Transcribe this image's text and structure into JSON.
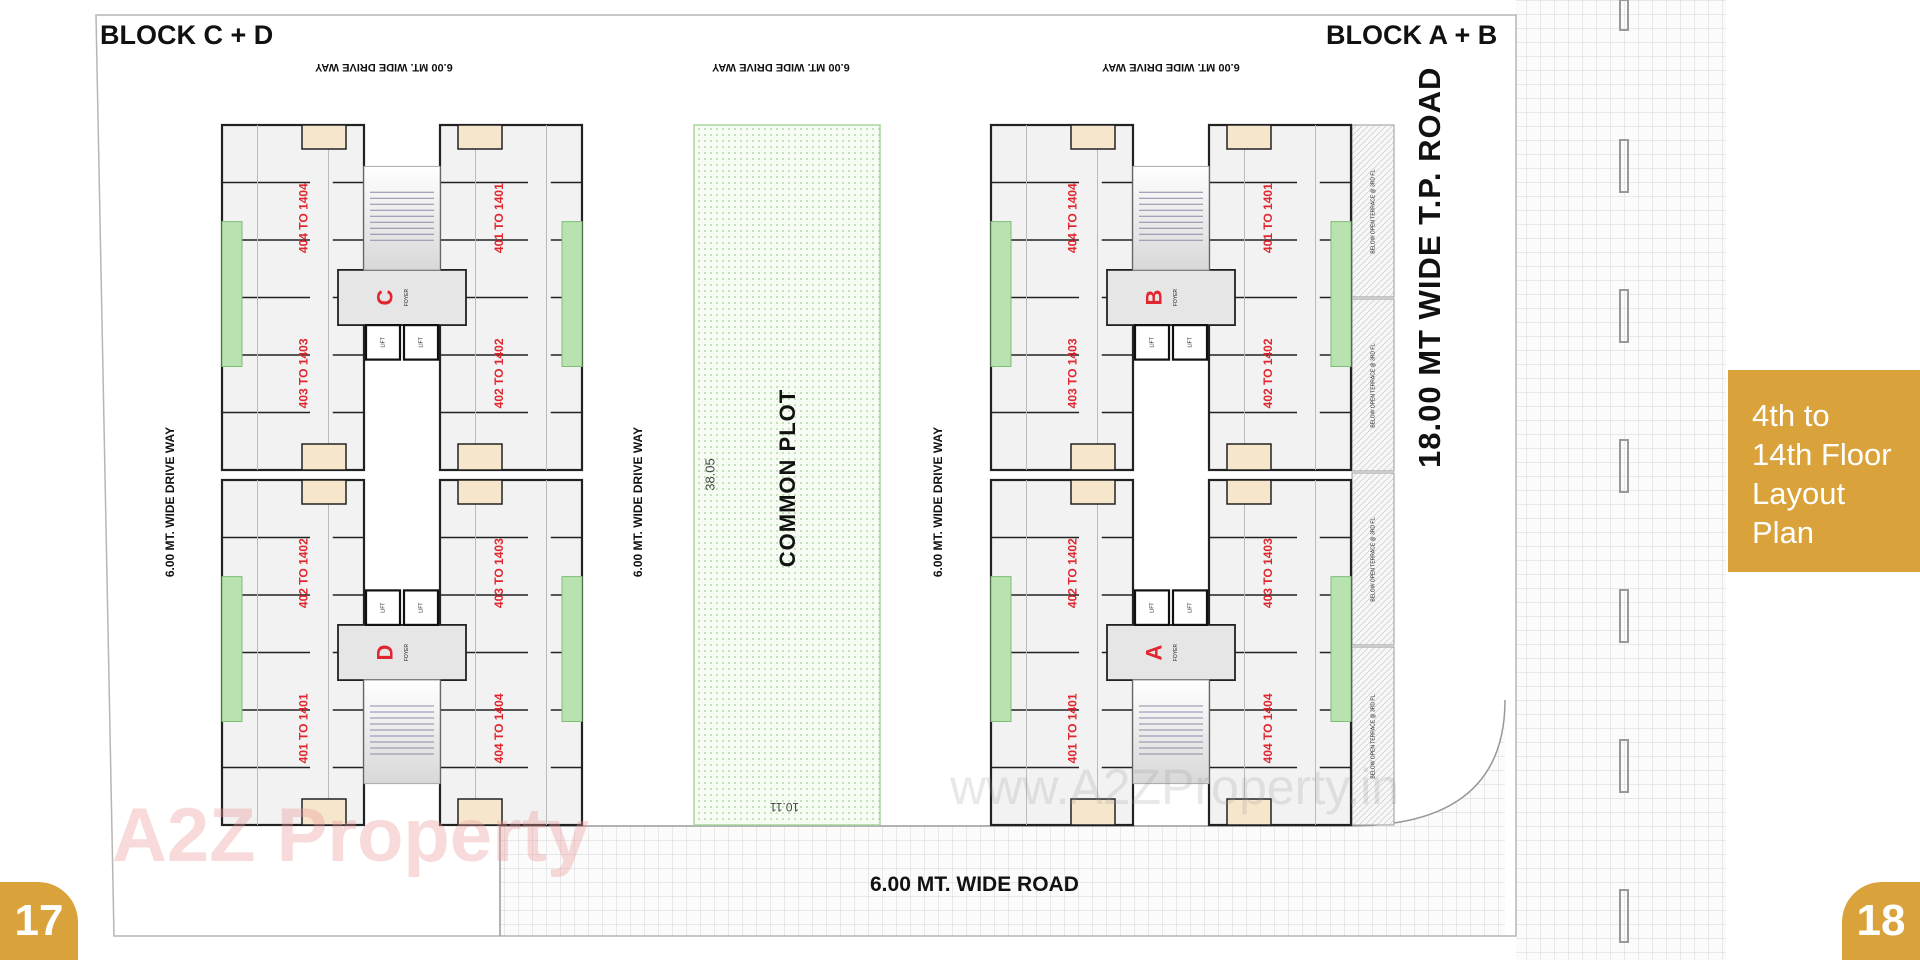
{
  "page": {
    "title_lines": [
      "4th to",
      "14th Floor",
      "Layout",
      "Plan"
    ],
    "page_left": "17",
    "page_right": "18",
    "accent_color": "#d9a23b"
  },
  "plan": {
    "block_cd_title": "BLOCK C + D",
    "block_ab_title": "BLOCK A + B",
    "driveway_top": "6.00 MT. WIDE DRIVE WAY",
    "driveway_side": "6.00 MT. WIDE DRIVE WAY",
    "road_bottom": "6.00 MT. WIDE ROAD",
    "road_side": "18.00 MT WIDE T.P. ROAD",
    "common_plot": "COMMON PLOT",
    "dim_length": "38.05",
    "dim_width": "10.11",
    "lift_label": "LIFT",
    "foyer_label": "FOYER",
    "terrace_label": "BELOW OPEN TERRACE @ 3RD FL.",
    "watermark_url": "www.A2ZProperty.in",
    "watermark_logo": "A2Z Property"
  },
  "blocks": {
    "C": {
      "letter": "C",
      "units": [
        "404 TO 1404",
        "401 TO 1401",
        "403 TO 1403",
        "402 TO 1402"
      ]
    },
    "D": {
      "letter": "D",
      "units": [
        "402 TO 1402",
        "403 TO 1403",
        "401 TO 1401",
        "404 TO 1404"
      ]
    },
    "B": {
      "letter": "B",
      "units": [
        "404 TO 1404",
        "401 TO 1401",
        "403 TO 1403",
        "402 TO 1402"
      ]
    },
    "A": {
      "letter": "A",
      "units": [
        "402 TO 1402",
        "403 TO 1403",
        "401 TO 1401",
        "404 TO 1404"
      ]
    }
  },
  "colors": {
    "unit_label": "#e0262e",
    "green_strip": "#b8e2b0",
    "balcony": "#f6e6cc",
    "grid_road": "#d8d8d8"
  }
}
